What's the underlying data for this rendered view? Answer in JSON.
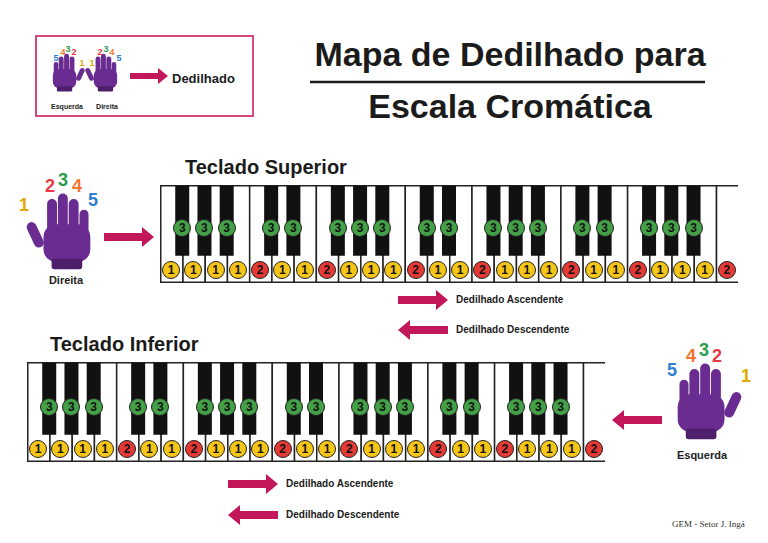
{
  "diagram": {
    "title": "Mapa de Dedilhado para Escala Cromática",
    "nodes": [
      {
        "text": [
          "5",
          "4",
          "3",
          "2",
          "1",
          "Esquerda",
          "1",
          "2",
          "3",
          "4",
          "5",
          "Direita",
          "Dedilhado"
        ]
      },
      {
        "text": [
          "Teclado Superior"
        ]
      },
      {
        "text": [
          "3"
        ],
        "in": 1
      },
      {
        "text": [
          "3"
        ],
        "in": 1
      },
      {
        "text": [
          "3"
        ],
        "in": 1
      },
      {
        "text": [
          "3"
        ],
        "in": 1
      },
      {
        "text": [
          "3"
        ],
        "in": 1
      },
      {
        "text": [
          "3"
        ],
        "in": 1
      },
      {
        "text": [
          "3"
        ],
        "in": 1
      },
      {
        "text": [
          "3"
        ],
        "in": 1
      },
      {
        "text": [
          "3"
        ],
        "in": 1
      },
      {
        "text": [
          "3"
        ],
        "in": 1
      },
      {
        "text": [
          "3"
        ],
        "in": 1
      },
      {
        "text": [
          "3"
        ],
        "in": 1
      },
      {
        "text": [
          "3"
        ],
        "in": 1
      },
      {
        "text": [
          "3"
        ],
        "in": 1
      },
      {
        "text": [
          "3"
        ],
        "in": 1
      },
      {
        "text": [
          "3"
        ],
        "in": 1
      },
      {
        "text": [
          "3"
        ],
        "in": 1
      },
      {
        "text": [
          "3"
        ],
        "in": 1
      },
      {
        "text": [
          "1"
        ],
        "in": 1
      },
      {
        "text": [
          "1"
        ],
        "in": 1
      },
      {
        "text": [
          "1"
        ],
        "in": 1
      },
      {
        "text": [
          "1"
        ],
        "in": 1
      },
      {
        "text": [
          "2"
        ],
        "in": 1
      },
      {
        "text": [
          "1"
        ],
        "in": 1
      },
      {
        "text": [
          "1"
        ],
        "in": 1
      },
      {
        "text": [
          "2"
        ],
        "in": 1
      },
      {
        "text": [
          "1"
        ],
        "in": 1
      },
      {
        "text": [
          "1"
        ],
        "in": 1
      },
      {
        "text": [
          "1"
        ],
        "in": 1
      },
      {
        "text": [
          "2"
        ],
        "in": 1
      },
      {
        "text": [
          "1"
        ],
        "in": 1
      },
      {
        "text": [
          "1"
        ],
        "in": 1
      },
      {
        "text": [
          "2"
        ],
        "in": 1
      },
      {
        "text": [
          "1"
        ],
        "in": 1
      },
      {
        "text": [
          "1"
        ],
        "in": 1
      },
      {
        "text": [
          "1"
        ],
        "in": 1
      },
      {
        "text": [
          "2"
        ],
        "in": 1
      },
      {
        "text": [
          "1"
        ],
        "in": 1
      },
      {
        "text": [
          "1"
        ],
        "in": 1
      },
      {
        "text": [
          "2"
        ],
        "in": 1
      },
      {
        "text": [
          "1"
        ],
        "in": 1
      },
      {
        "text": [
          "1"
        ],
        "in": 1
      },
      {
        "text": [
          "1"
        ],
        "in": 1
      },
      {
        "text": [
          "2"
        ],
        "in": 1
      },
      {
        "text": [
          "Teclado Inferior"
        ]
      },
      {
        "text": [
          "3"
        ],
        "in": 46
      },
      {
        "text": [
          "3"
        ],
        "in": 46
      },
      {
        "text": [
          "3"
        ],
        "in": 46
      },
      {
        "text": [
          "3"
        ],
        "in": 46
      },
      {
        "text": [
          "3"
        ],
        "in": 46
      },
      {
        "text": [
          "3"
        ],
        "in": 46
      },
      {
        "text": [
          "3"
        ],
        "in": 46
      },
      {
        "text": [
          "3"
        ],
        "in": 46
      },
      {
        "text": [
          "3"
        ],
        "in": 46
      },
      {
        "text": [
          "3"
        ],
        "in": 46
      },
      {
        "text": [
          "3"
        ],
        "in": 46
      },
      {
        "text": [
          "3"
        ],
        "in": 46
      },
      {
        "text": [
          "3"
        ],
        "in": 46
      },
      {
        "text": [
          "3"
        ],
        "in": 46
      },
      {
        "text": [
          "3"
        ],
        "in": 46
      },
      {
        "text": [
          "3"
        ],
        "in": 46
      },
      {
        "text": [
          "3"
        ],
        "in": 46
      },
      {
        "text": [
          "3"
        ],
        "in": 46
      },
      {
        "text": [
          "1"
        ],
        "in": 46
      },
      {
        "text": [
          "1"
        ],
        "in": 46
      },
      {
        "text": [
          "1"
        ],
        "in": 46
      },
      {
        "text": [
          "1"
        ],
        "in": 46
      },
      {
        "text": [
          "2"
        ],
        "in": 46
      },
      {
        "text": [
          "1"
        ],
        "in": 46
      },
      {
        "text": [
          "1"
        ],
        "in": 46
      },
      {
        "text": [
          "2"
        ],
        "in": 46
      },
      {
        "text": [
          "1"
        ],
        "in": 46
      },
      {
        "text": [
          "1"
        ],
        "in": 46
      },
      {
        "text": [
          "1"
        ],
        "in": 46
      },
      {
        "text": [
          "2"
        ],
        "in": 46
      },
      {
        "text": [
          "1"
        ],
        "in": 46
      },
      {
        "text": [
          "1"
        ],
        "in": 46
      },
      {
        "text": [
          "2"
        ],
        "in": 46
      },
      {
        "text": [
          "1"
        ],
        "in": 46
      },
      {
        "text": [
          "1"
        ],
        "in": 46
      },
      {
        "text": [
          "1"
        ],
        "in": 46
      },
      {
        "text": [
          "2"
        ],
        "in": 46
      },
      {
        "text": [
          "1"
        ],
        "in": 46
      },
      {
        "text": [
          "1"
        ],
        "in": 46
      },
      {
        "text": [
          "2"
        ],
        "in": 46
      },
      {
        "text": [
          "1"
        ],
        "in": 46
      },
      {
        "text": [
          "1"
        ],
        "in": 46
      },
      {
        "text": [
          "1"
        ],
        "in": 46
      },
      {
        "text": [
          "2"
        ],
        "in": 46
      }
    ],
    "labels": [
      "1",
      "2",
      "3",
      "4",
      "5",
      "Direita",
      "Dedilhado Ascendente",
      "Dedilhado Descendente",
      "5",
      "4",
      "3",
      "2",
      "1",
      "Esquerda",
      "Dedilhado Ascendente",
      "Dedilhado Descendente",
      "GEM - Setor J. Ingá"
    ]
  }
}
